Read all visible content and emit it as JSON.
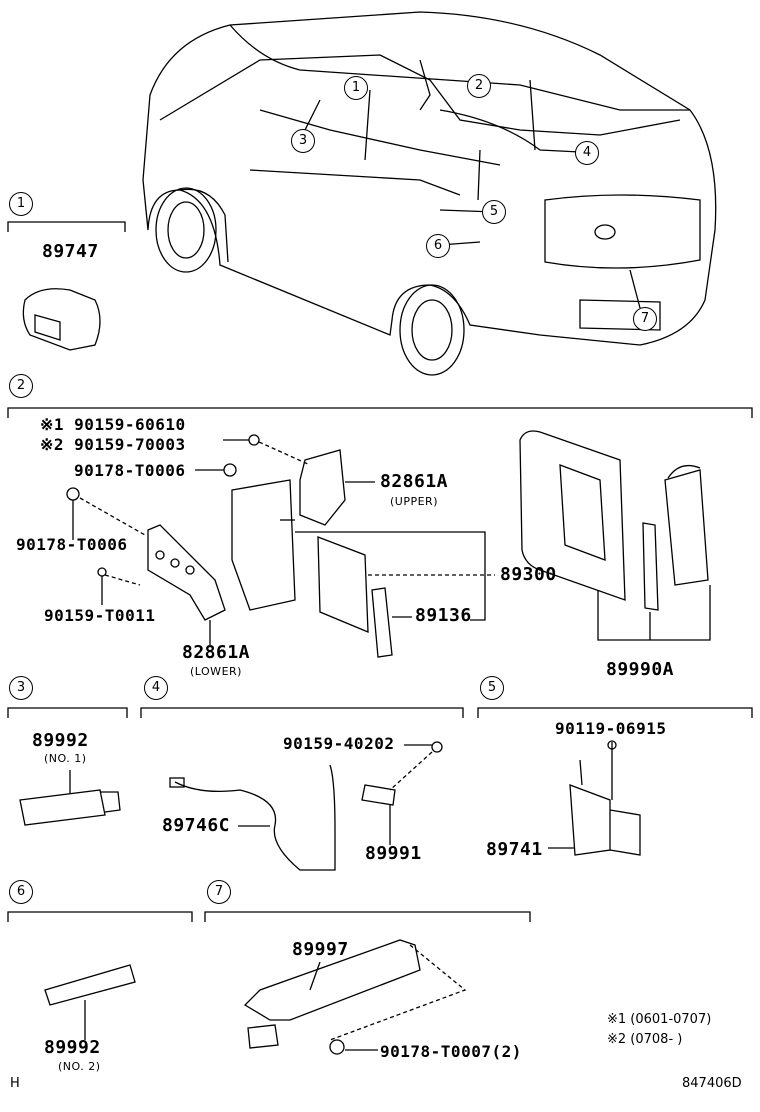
{
  "callouts": [
    "1",
    "2",
    "3",
    "4",
    "5",
    "6",
    "7"
  ],
  "sections": [
    {
      "number": "1",
      "parts": {
        "main": "89747"
      }
    },
    {
      "number": "2",
      "parts": {
        "bolt_note1": "※1 90159-60610",
        "bolt_note2": "※2 90159-70003",
        "nut_upper": "90178-T0006",
        "bracket_upper": "82861A",
        "bracket_upper_note": "(UPPER)",
        "nut_left": "90178-T0006",
        "ecu": "89300",
        "screw": "90159-T0011",
        "card": "89136",
        "bracket_lower": "82861A",
        "bracket_lower_note": "(LOWER)",
        "kit": "89990A"
      }
    },
    {
      "number": "3",
      "parts": {
        "main": "89992",
        "note": "(NO. 1)"
      }
    },
    {
      "number": "4",
      "parts": {
        "bolt": "90159-40202",
        "harness": "89746C",
        "antenna": "89991"
      }
    },
    {
      "number": "5",
      "parts": {
        "bolt": "90119-06915",
        "main": "89741"
      }
    },
    {
      "number": "6",
      "parts": {
        "main": "89992",
        "note": "(NO. 2)"
      }
    },
    {
      "number": "7",
      "parts": {
        "main": "89997",
        "nut": "90178-T0007(2)"
      }
    }
  ],
  "footnotes": [
    "※1  (0601-0707)",
    "※2  (0708-       )"
  ],
  "footer": {
    "left": "H",
    "right": "847406D"
  }
}
